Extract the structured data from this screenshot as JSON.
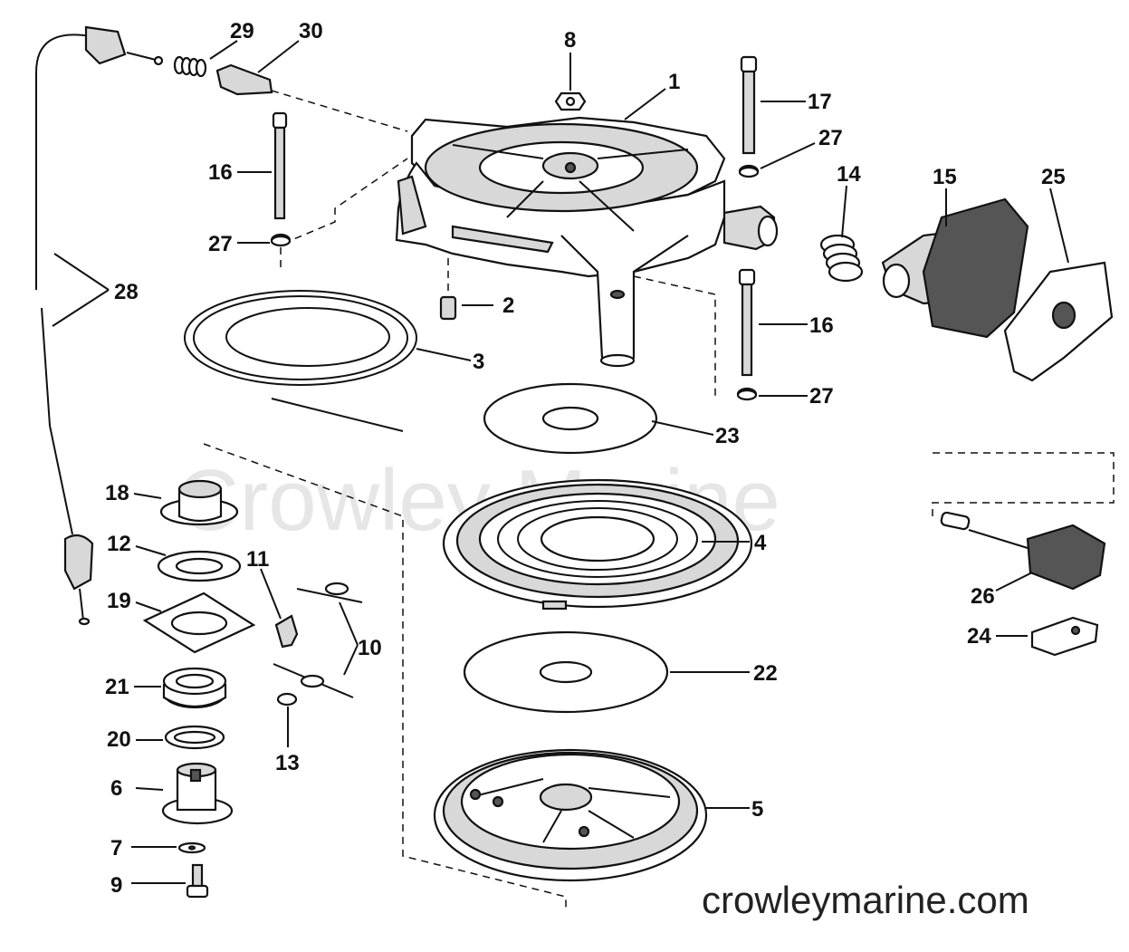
{
  "watermark": "Crowley Marine",
  "website": "crowleymarine.com",
  "callouts": {
    "c1": "1",
    "c2": "2",
    "c3": "3",
    "c4": "4",
    "c5": "5",
    "c6": "6",
    "c7": "7",
    "c8": "8",
    "c9": "9",
    "c10": "10",
    "c11": "11",
    "c12": "12",
    "c13": "13",
    "c14": "14",
    "c15": "15",
    "c16a": "16",
    "c16b": "16",
    "c17": "17",
    "c18": "18",
    "c19": "19",
    "c20": "20",
    "c21": "21",
    "c22": "22",
    "c23": "23",
    "c24": "24",
    "c25": "25",
    "c26": "26",
    "c27a": "27",
    "c27b": "27",
    "c27c": "27",
    "c28": "28",
    "c29": "29",
    "c30": "30"
  }
}
